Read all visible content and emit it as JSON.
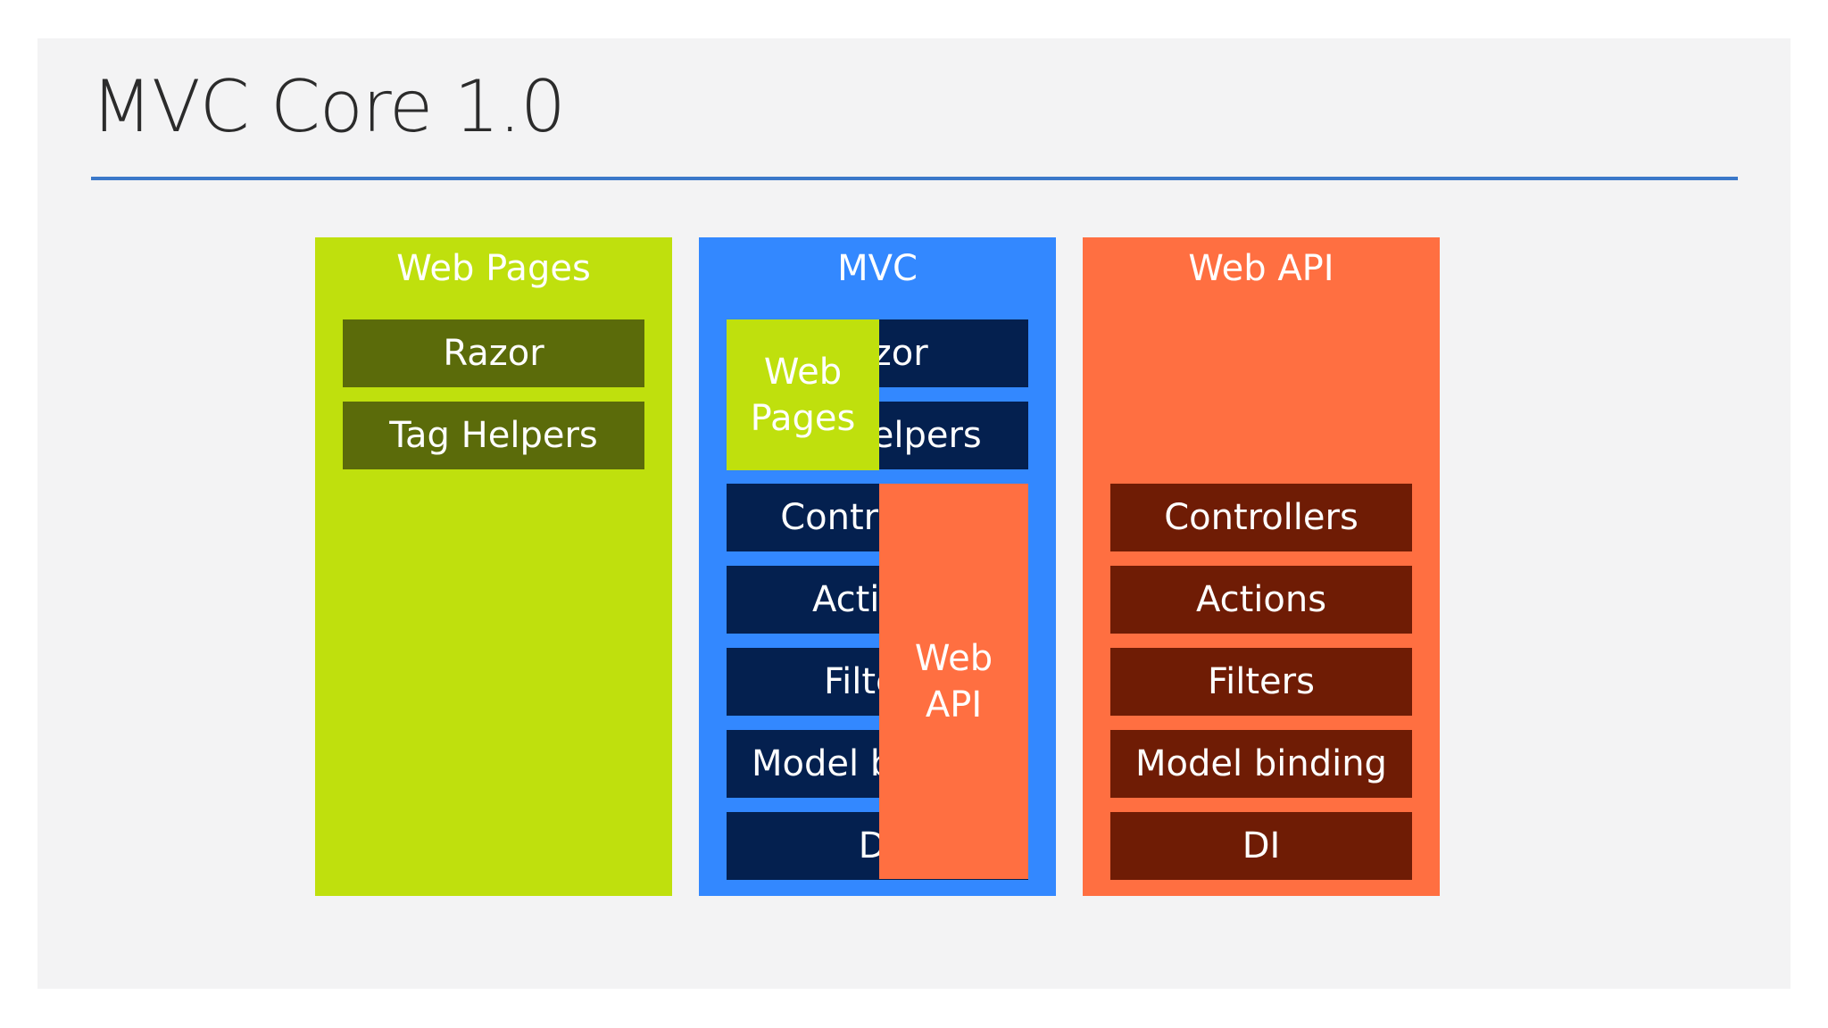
{
  "title": "MVC Core 1.0",
  "columns": {
    "web_pages": {
      "title": "Web Pages",
      "items": [
        "Razor",
        "Tag Helpers"
      ]
    },
    "mvc": {
      "title": "MVC",
      "items": [
        "Razor",
        "Tag Helpers",
        "Controllers",
        "Actions",
        "Filters",
        "Model binding",
        "DI"
      ]
    },
    "web_api": {
      "title": "Web API",
      "items": [
        "Controllers",
        "Actions",
        "Filters",
        "Model binding",
        "DI"
      ]
    }
  },
  "overlays": {
    "web_pages_line1": "Web",
    "web_pages_line2": "Pages",
    "web_api_line1": "Web",
    "web_api_line2": "API"
  },
  "colors": {
    "web_pages": "#bfe00d",
    "web_pages_box": "#5b6b0a",
    "mvc": "#3388ff",
    "mvc_box": "#04204f",
    "web_api": "#ff6f41",
    "web_api_box": "#6f1c05",
    "rule": "#3b78c9"
  }
}
